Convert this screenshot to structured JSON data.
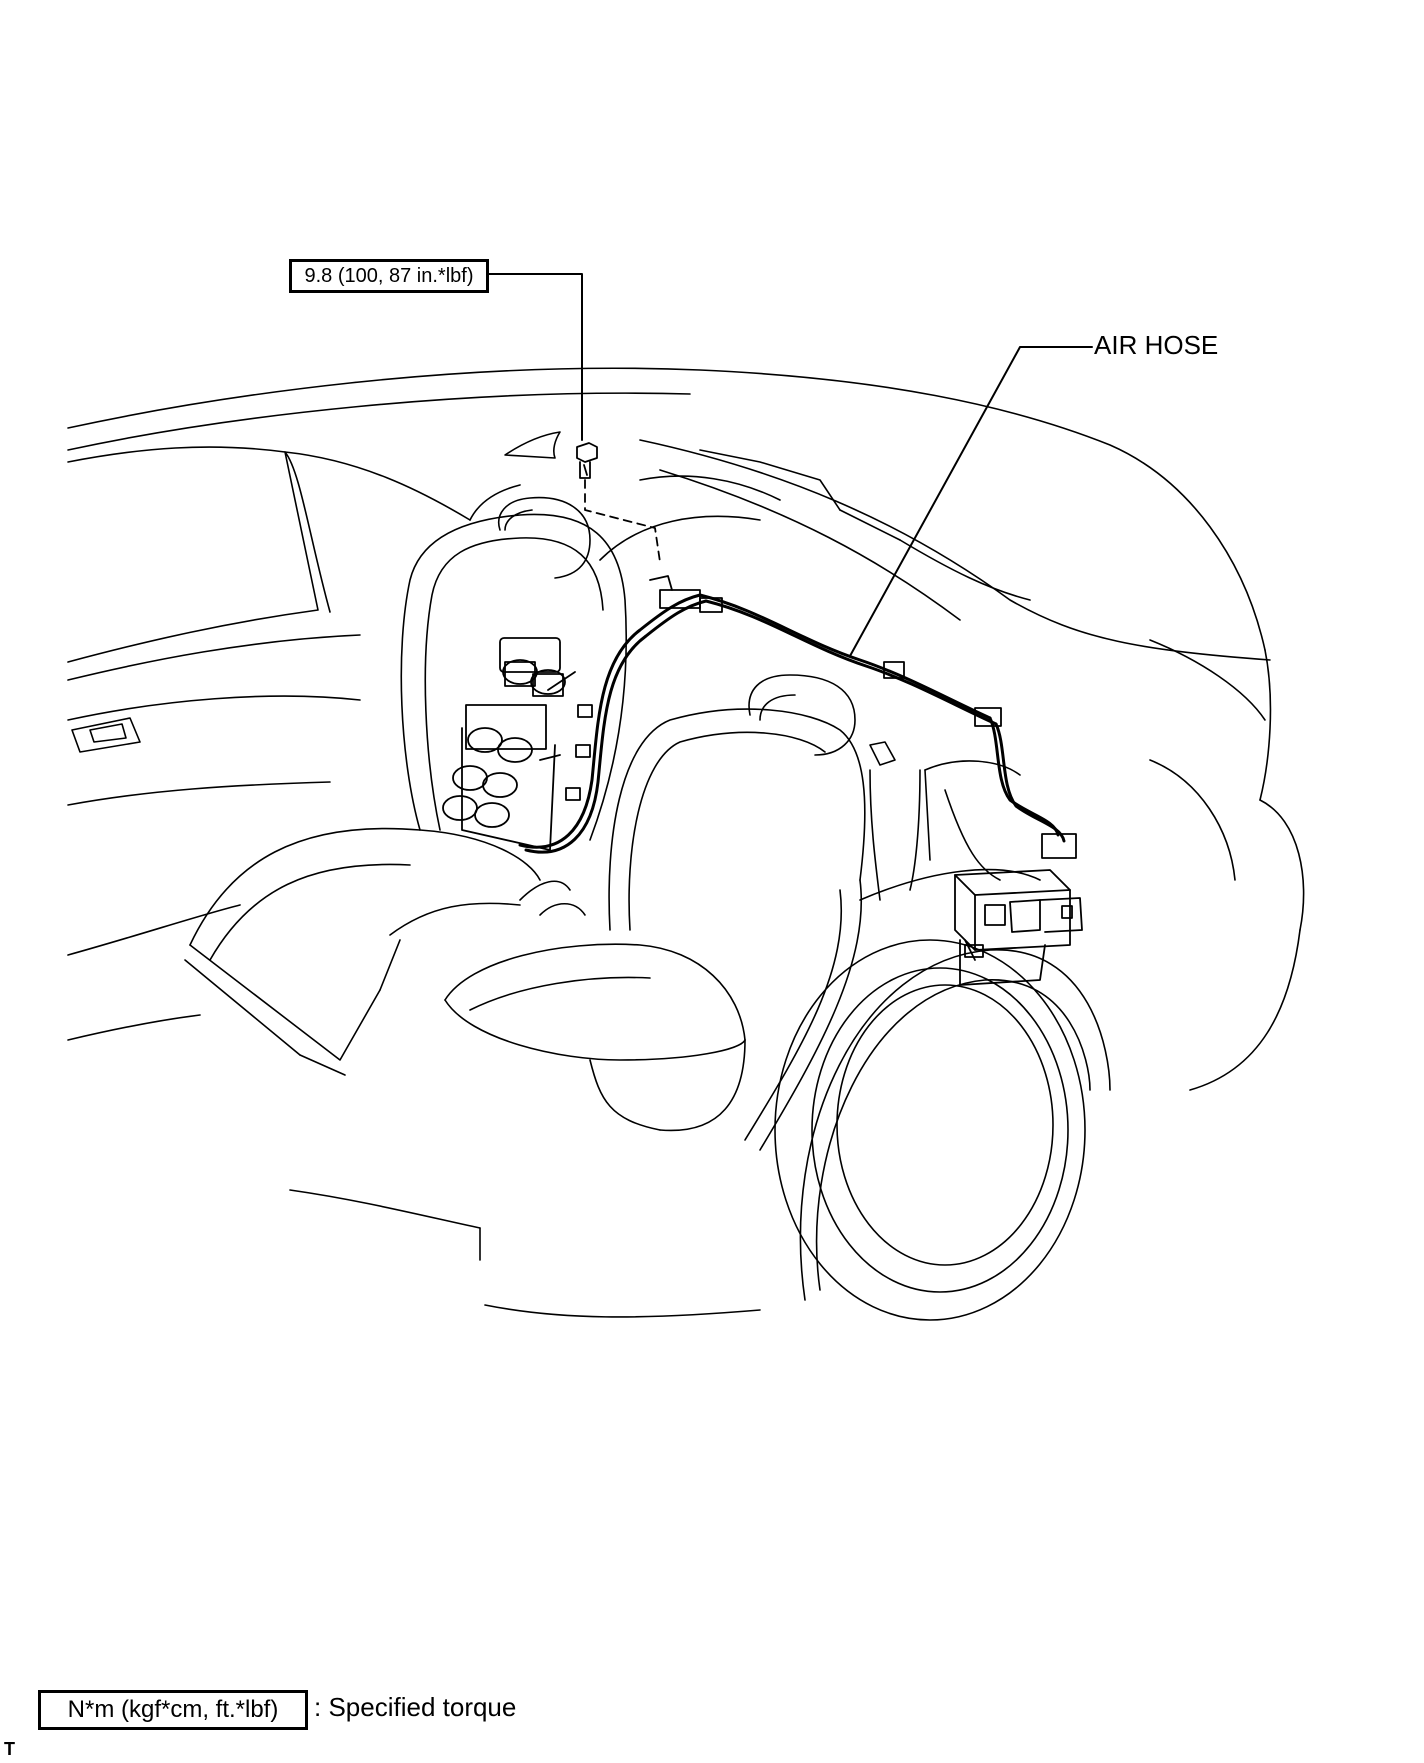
{
  "torque_spec": "9.8 (100, 87 in.*lbf)",
  "callouts": {
    "air_hose": "AIR HOSE"
  },
  "legend": {
    "unit_box": "N*m (kgf*cm, ft.*lbf)",
    "description": ": Specified torque"
  },
  "corner_code": "T"
}
